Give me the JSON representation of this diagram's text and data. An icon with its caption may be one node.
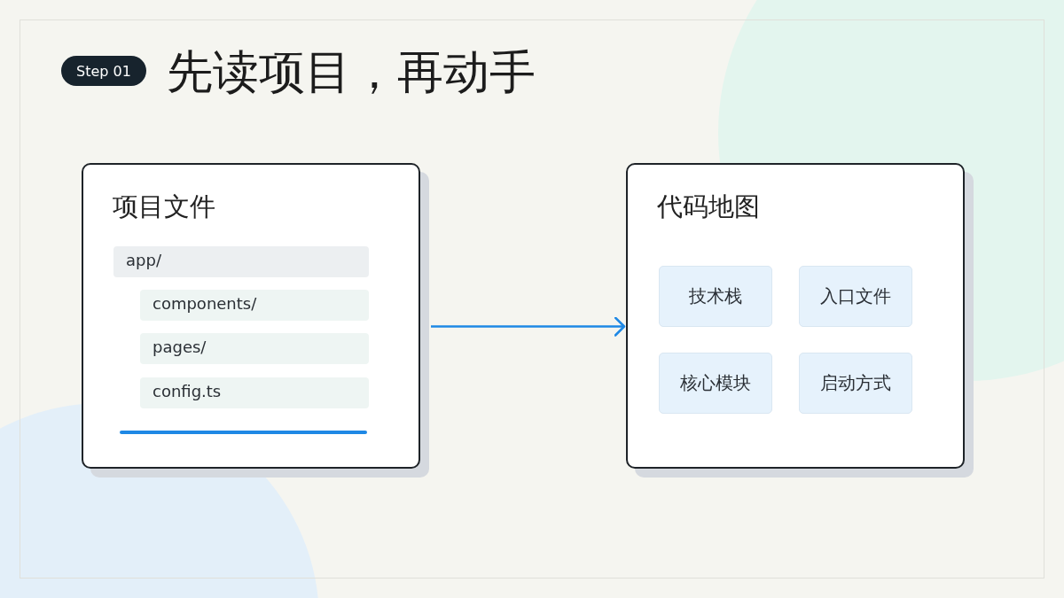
{
  "diagram": {
    "title": "先读项目，再动手",
    "nodes": [
      {
        "text": [
          "Step 01"
        ]
      },
      {
        "text": [
          "项目文件"
        ]
      },
      {
        "text": [
          "app/"
        ],
        "in": 1
      },
      {
        "text": [
          "components/"
        ],
        "in": 1
      },
      {
        "text": [
          "pages/"
        ],
        "in": 1
      },
      {
        "text": [
          "config.ts"
        ],
        "in": 1
      },
      {
        "text": [
          "代码地图"
        ]
      },
      {
        "text": [
          "技术栈"
        ],
        "in": 6
      },
      {
        "text": [
          "入口文件"
        ],
        "in": 6
      },
      {
        "text": [
          "核心模块"
        ],
        "in": 6
      },
      {
        "text": [
          "启动方式"
        ],
        "in": 6
      }
    ],
    "edges": [
      {
        "from": 1,
        "to": 6,
        "arrow": "to"
      }
    ]
  }
}
